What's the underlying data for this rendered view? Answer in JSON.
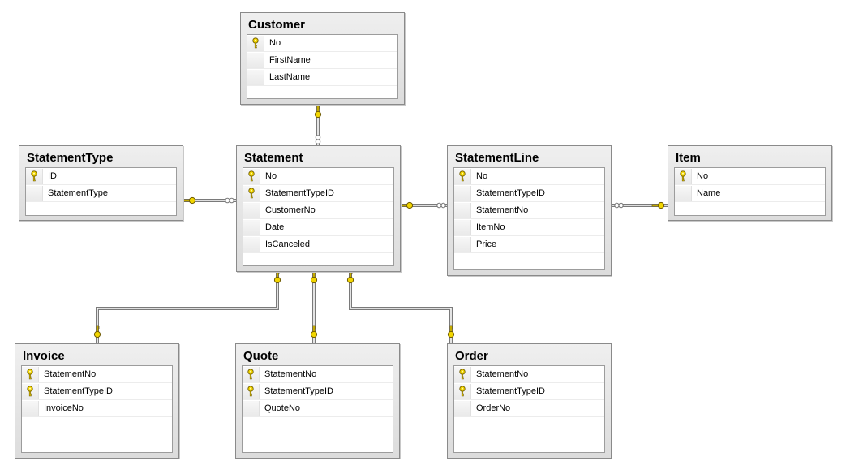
{
  "diagram": {
    "tables": [
      {
        "id": "customer",
        "title": "Customer",
        "columns": [
          {
            "name": "No",
            "key": true
          },
          {
            "name": "FirstName",
            "key": false
          },
          {
            "name": "LastName",
            "key": false
          }
        ]
      },
      {
        "id": "statementtype",
        "title": "StatementType",
        "columns": [
          {
            "name": "ID",
            "key": true
          },
          {
            "name": "StatementType",
            "key": false
          }
        ]
      },
      {
        "id": "statement",
        "title": "Statement",
        "columns": [
          {
            "name": "No",
            "key": true
          },
          {
            "name": "StatementTypeID",
            "key": true
          },
          {
            "name": "CustomerNo",
            "key": false
          },
          {
            "name": "Date",
            "key": false
          },
          {
            "name": "IsCanceled",
            "key": false
          }
        ]
      },
      {
        "id": "statementline",
        "title": "StatementLine",
        "columns": [
          {
            "name": "No",
            "key": true
          },
          {
            "name": "StatementTypeID",
            "key": false
          },
          {
            "name": "StatementNo",
            "key": false
          },
          {
            "name": "ItemNo",
            "key": false
          },
          {
            "name": "Price",
            "key": false
          }
        ]
      },
      {
        "id": "item",
        "title": "Item",
        "columns": [
          {
            "name": "No",
            "key": true
          },
          {
            "name": "Name",
            "key": false
          }
        ]
      },
      {
        "id": "invoice",
        "title": "Invoice",
        "columns": [
          {
            "name": "StatementNo",
            "key": true
          },
          {
            "name": "StatementTypeID",
            "key": true
          },
          {
            "name": "InvoiceNo",
            "key": false
          }
        ]
      },
      {
        "id": "quote",
        "title": "Quote",
        "columns": [
          {
            "name": "StatementNo",
            "key": true
          },
          {
            "name": "StatementTypeID",
            "key": true
          },
          {
            "name": "QuoteNo",
            "key": false
          }
        ]
      },
      {
        "id": "order",
        "title": "Order",
        "columns": [
          {
            "name": "StatementNo",
            "key": true
          },
          {
            "name": "StatementTypeID",
            "key": true
          },
          {
            "name": "OrderNo",
            "key": false
          }
        ]
      }
    ],
    "relationships": [
      {
        "id": "customer-statement",
        "one": "customer",
        "many": "statement"
      },
      {
        "id": "statementtype-statement",
        "one": "statementtype",
        "many": "statement"
      },
      {
        "id": "statement-statementline",
        "one": "statement",
        "many": "statementline"
      },
      {
        "id": "item-statementline",
        "one": "item",
        "many": "statementline"
      },
      {
        "id": "statement-invoice",
        "one": "statement",
        "one_to": "invoice"
      },
      {
        "id": "statement-quote",
        "one": "statement",
        "one_to": "quote"
      },
      {
        "id": "statement-order",
        "one": "statement",
        "one_to": "order"
      }
    ],
    "colors": {
      "key": "#f2d600",
      "key_outline": "#6e5a00",
      "connector": "#7a7a7a",
      "connector_fill": "#ffffff"
    }
  }
}
